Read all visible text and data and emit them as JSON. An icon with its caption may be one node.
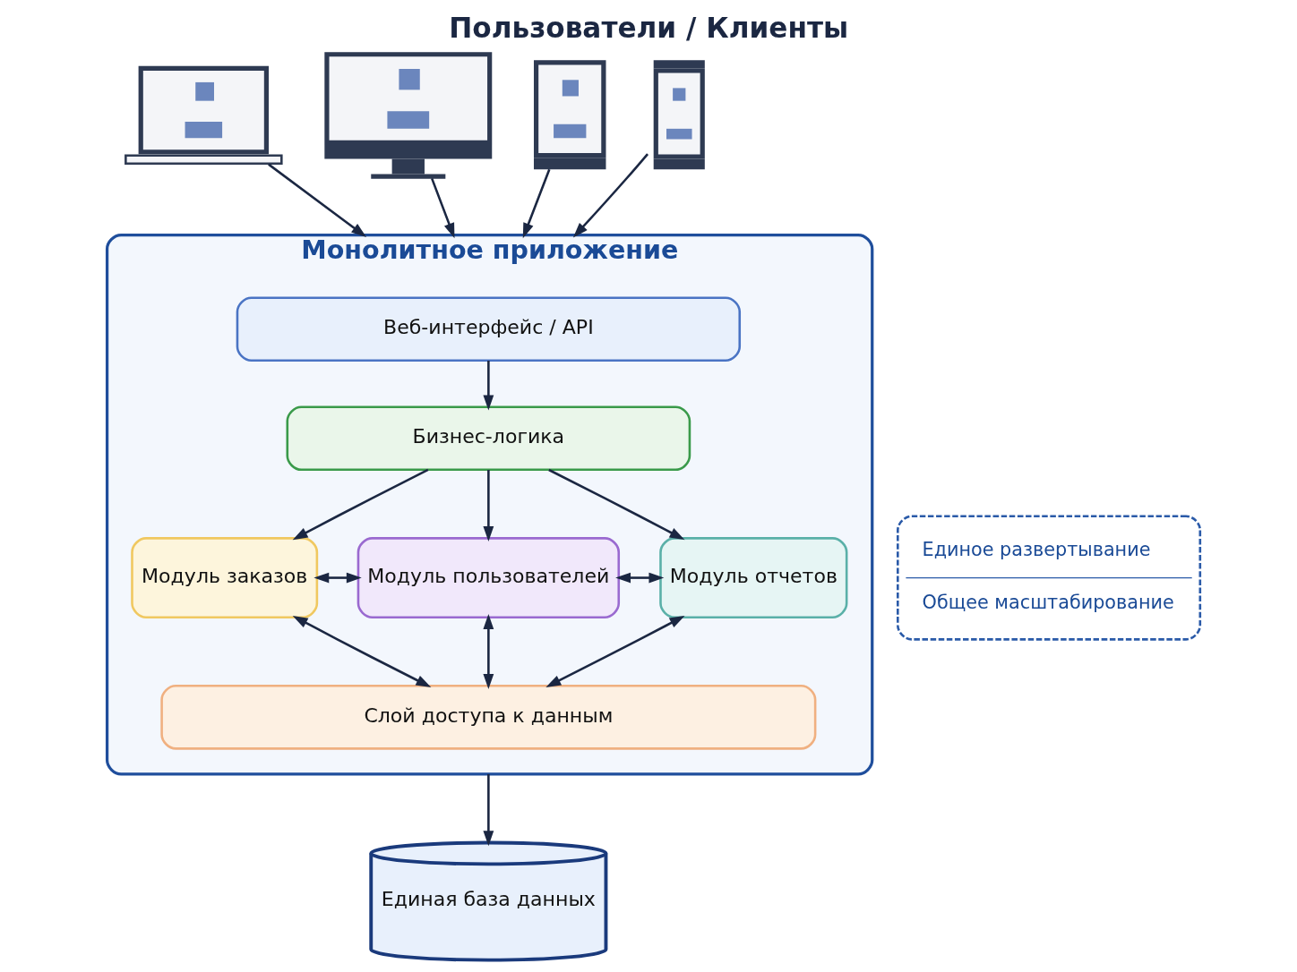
{
  "diagram": {
    "title": "Пользователи / Клиенты",
    "nodes": [
      {
        "text": [],
        "shape": "picture"
      },
      {
        "text": [],
        "shape": "picture"
      },
      {
        "text": [],
        "shape": "picture"
      },
      {
        "text": [],
        "shape": "picture"
      },
      {
        "text": [
          "Монолитное приложение"
        ]
      },
      {
        "text": [
          "Веб-интерфейс / API"
        ],
        "in": 4
      },
      {
        "text": [
          "Бизнес-логика"
        ],
        "in": 4
      },
      {
        "text": [
          "Модуль заказов"
        ],
        "in": 4
      },
      {
        "text": [
          "Модуль пользователей"
        ],
        "in": 4
      },
      {
        "text": [
          "Модуль отчетов"
        ],
        "in": 4
      },
      {
        "text": [
          "Слой доступа к данным"
        ],
        "in": 4
      },
      {
        "text": [
          "Единая база данных"
        ]
      },
      {
        "text": [
          "Единое развертывание",
          "Общее масштабирование"
        ]
      }
    ],
    "edges": [
      {
        "from": 0,
        "to": 4,
        "arrow": "to"
      },
      {
        "from": 1,
        "to": 4,
        "arrow": "to"
      },
      {
        "from": 2,
        "to": 4,
        "arrow": "to"
      },
      {
        "from": 3,
        "to": 4,
        "arrow": "to"
      },
      {
        "from": 5,
        "to": 6,
        "arrow": "to"
      },
      {
        "from": 6,
        "to": 7,
        "arrow": "to"
      },
      {
        "from": 6,
        "to": 8,
        "arrow": "to"
      },
      {
        "from": 6,
        "to": 9,
        "arrow": "to"
      },
      {
        "from": 7,
        "to": 8,
        "arrow": "both"
      },
      {
        "from": 8,
        "to": 9,
        "arrow": "both"
      },
      {
        "from": 7,
        "to": 10,
        "arrow": "both"
      },
      {
        "from": 8,
        "to": 10,
        "arrow": "both"
      },
      {
        "from": 9,
        "to": 10,
        "arrow": "both"
      },
      {
        "from": 4,
        "to": 11,
        "arrow": "to"
      }
    ]
  }
}
